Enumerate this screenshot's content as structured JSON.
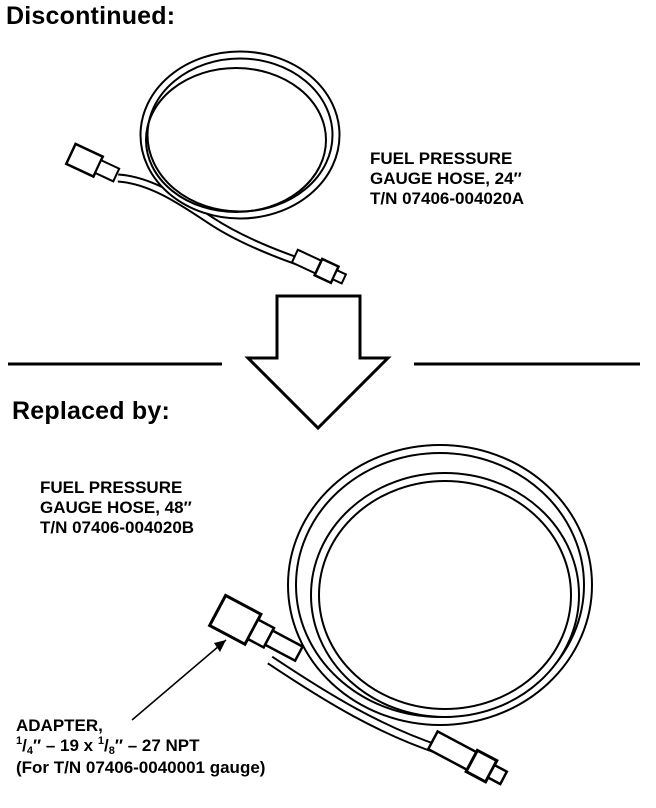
{
  "discontinued": {
    "heading": "Discontinued:",
    "label_line1": "FUEL PRESSURE",
    "label_line2": "GAUGE HOSE, 24″",
    "label_line3": "T/N 07406-004020A"
  },
  "replaced": {
    "heading": "Replaced by:",
    "label_line1": "FUEL PRESSURE",
    "label_line2": "GAUGE HOSE, 48″",
    "label_line3": "T/N 07406-004020B"
  },
  "adapter": {
    "line1": "ADAPTER,",
    "frac1_num": "1",
    "frac1_den": "4",
    "middle": "″ – 19 x ",
    "frac2_num": "1",
    "frac2_den": "8",
    "tail": "″ – 27 NPT",
    "line3": "(For T/N 07406-0040001 gauge)"
  }
}
